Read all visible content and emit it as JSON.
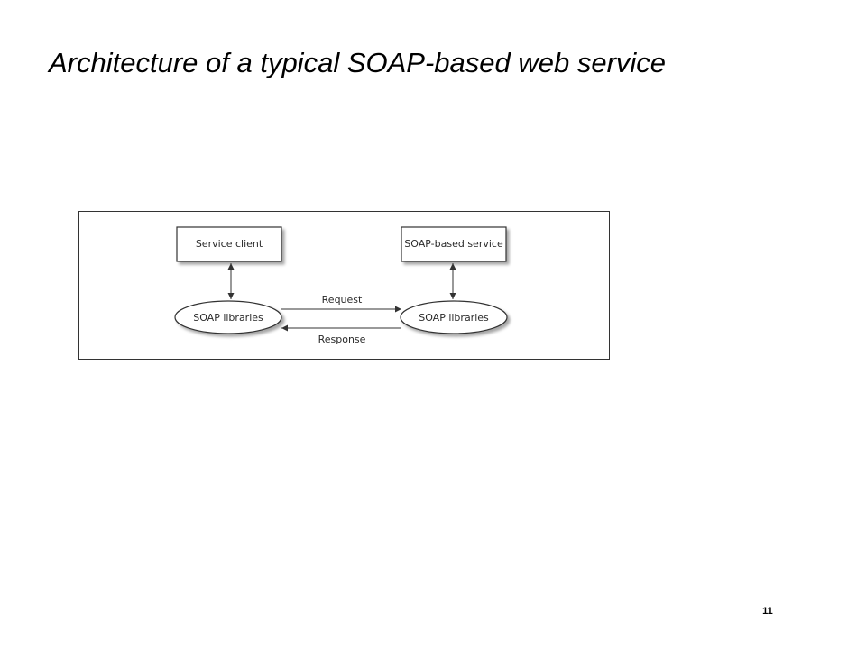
{
  "slide": {
    "title": "Architecture of a typical SOAP-based web service",
    "page_number": "11"
  },
  "diagram": {
    "nodes": {
      "service_client": "Service client",
      "soap_based_service": "SOAP-based service",
      "client_libraries": "SOAP libraries",
      "service_libraries": "SOAP libraries"
    },
    "edges": {
      "request": "Request",
      "response": "Response"
    }
  }
}
